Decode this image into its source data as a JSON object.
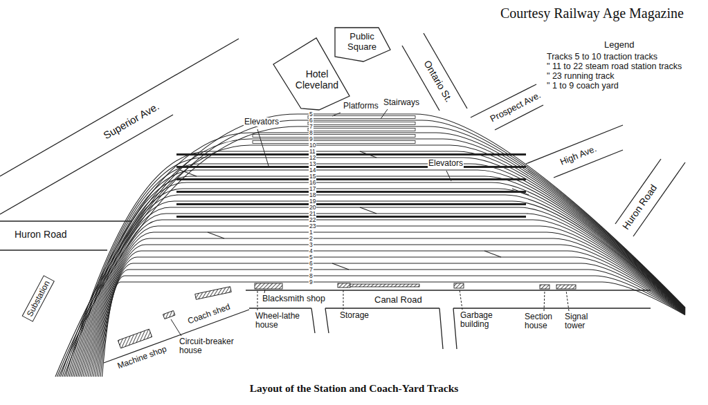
{
  "diagram": {
    "caption": "Layout of the Station and Coach-Yard Tracks",
    "nodes": [
      {
        "text": [
          "Public Square"
        ]
      },
      {
        "text": [
          "Hotel Cleveland"
        ]
      },
      {
        "text": [
          "Substation"
        ]
      }
    ],
    "labels": [
      "Courtesy Railway Age Magazine",
      "Legend",
      "Superior Ave.",
      "Huron Road",
      "Ontario St.",
      "Prospect Ave.",
      "High Ave.",
      "Huron Road",
      "Platforms",
      "Stairways",
      "Elevators",
      "Elevators",
      "Canal Road",
      "Blacksmith shop",
      "Wheel-lathe house",
      "Storage",
      "Garbage building",
      "Section house",
      "Signal tower",
      "Coach shed",
      "Machine shop",
      "Circuit-breaker house",
      "5",
      "6",
      "7",
      "8",
      "9",
      "10",
      "11",
      "12",
      "13",
      "14",
      "15",
      "16",
      "17",
      "18",
      "19",
      "20",
      "21",
      "22",
      "23",
      "1",
      "2",
      "3",
      "4",
      "5",
      "6",
      "7",
      "8",
      "9"
    ],
    "legend": [
      {
        "text": "Tracks 5 to 10 traction tracks"
      },
      {
        "text": "\" 11 to 22 steam road station tracks"
      },
      {
        "text": "\" 23 running track"
      },
      {
        "text": "\" 1 to 9 coach yard"
      }
    ]
  }
}
